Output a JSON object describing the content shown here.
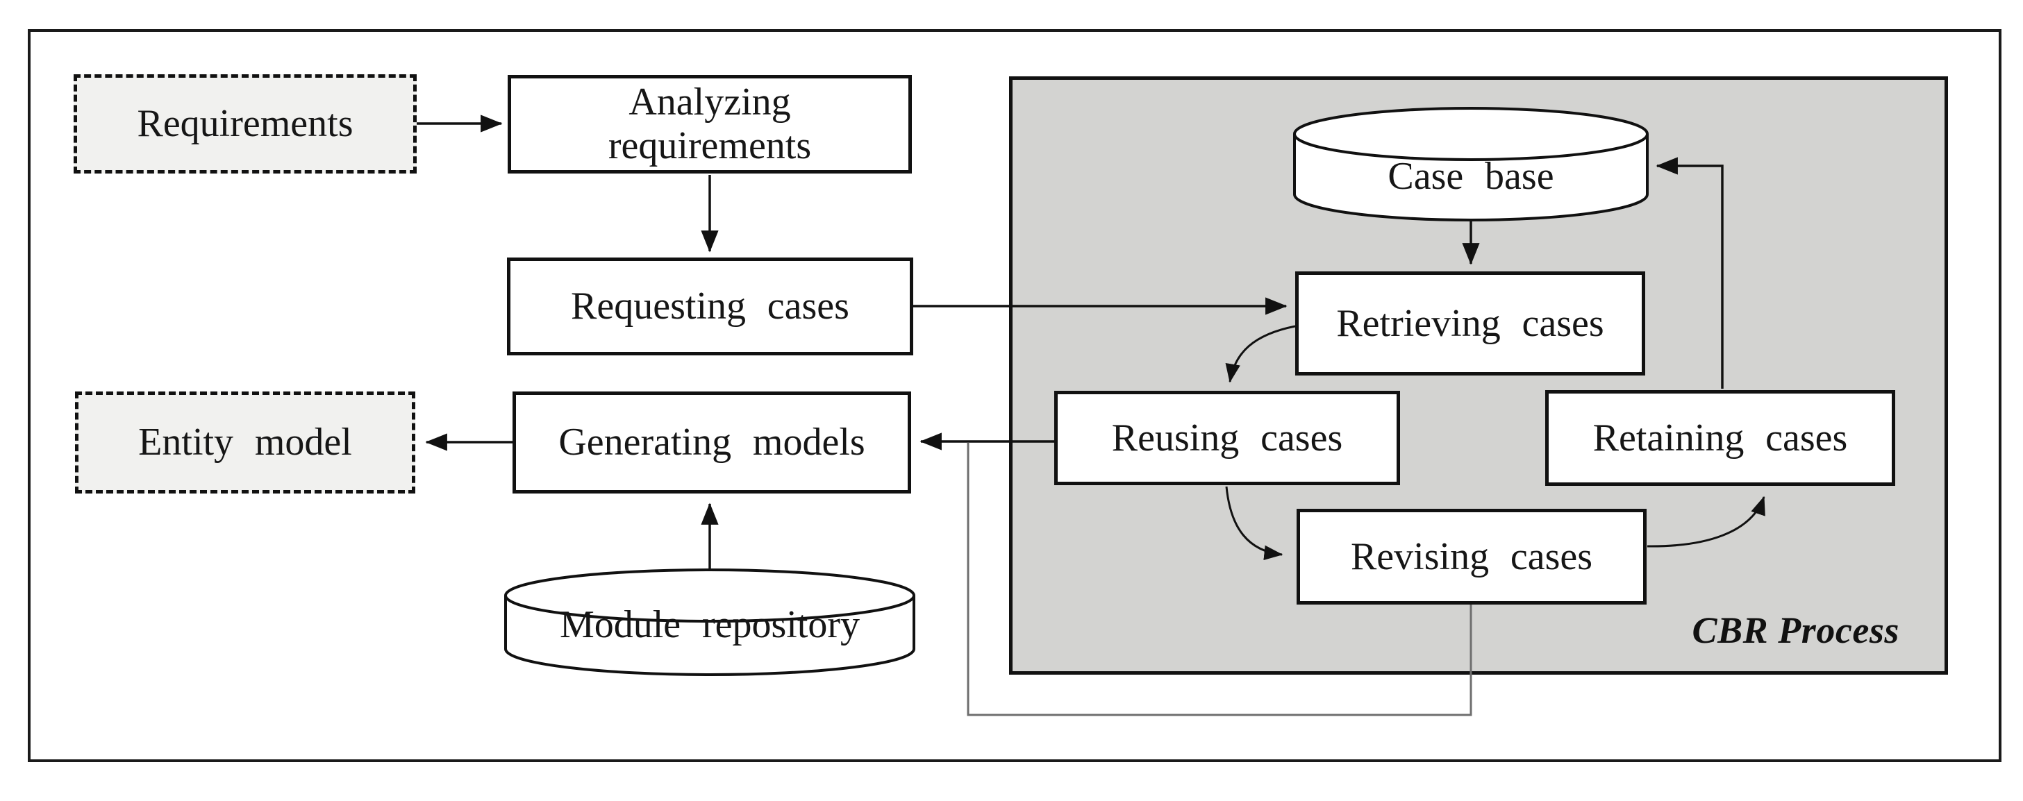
{
  "diagram": {
    "nodes": {
      "requirements": "Requirements",
      "analyzing_requirements": "Analyzing requirements",
      "requesting_cases": "Requesting cases",
      "entity_model": "Entity model",
      "generating_models": "Generating models",
      "module_repository": "Module repository",
      "case_base": "Case base",
      "retrieving_cases": "Retrieving cases",
      "reusing_cases": "Reusing cases",
      "retaining_cases": "Retaining cases",
      "revising_cases": "Revising cases"
    },
    "labels": {
      "cbr_process": "CBR Process"
    },
    "edges": [
      {
        "from": "Requirements",
        "to": "Analyzing requirements"
      },
      {
        "from": "Analyzing requirements",
        "to": "Requesting cases"
      },
      {
        "from": "Requesting cases",
        "to": "Retrieving cases"
      },
      {
        "from": "Case base",
        "to": "Retrieving cases"
      },
      {
        "from": "Retrieving cases",
        "to": "Reusing cases"
      },
      {
        "from": "Reusing cases",
        "to": "Revising cases"
      },
      {
        "from": "Revising cases",
        "to": "Retaining cases"
      },
      {
        "from": "Retaining cases",
        "to": "Case base"
      },
      {
        "from": "Reusing cases",
        "to": "Generating models"
      },
      {
        "from": "Revising cases",
        "to": "Generating models"
      },
      {
        "from": "Module repository",
        "to": "Generating models"
      },
      {
        "from": "Generating models",
        "to": "Entity model"
      }
    ],
    "colors": {
      "panel_fill": "#d3d3d1",
      "dashed_box_fill": "#f1f1ef",
      "box_fill": "#ffffff",
      "line": "#111111",
      "feedback_line": "#6e6e6e",
      "background": "#ffffff"
    }
  }
}
